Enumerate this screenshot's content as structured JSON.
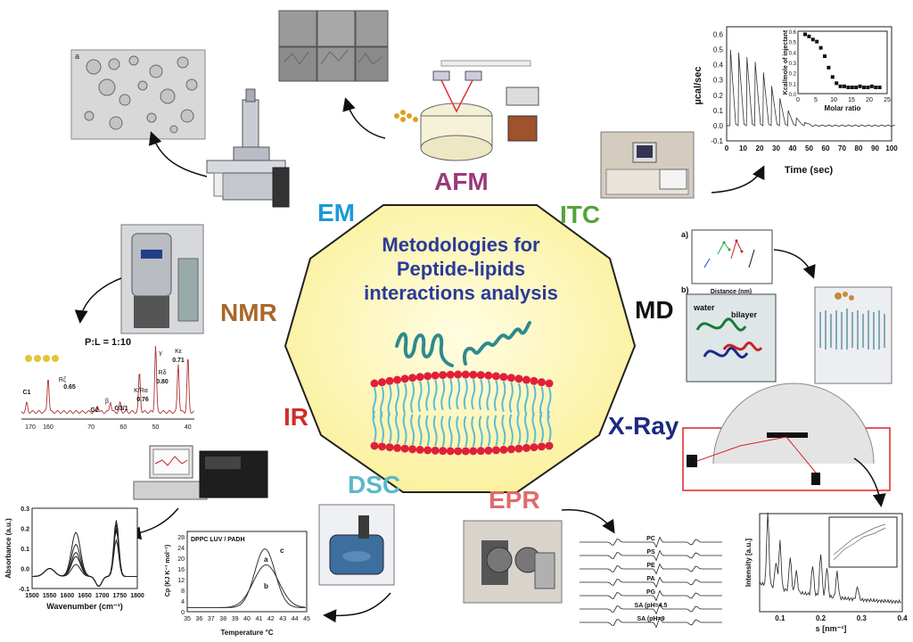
{
  "center": {
    "title_lines": [
      "Metodologies for",
      "Peptide-lipids",
      "interactions analysis"
    ]
  },
  "techniques": {
    "em": "EM",
    "afm": "AFM",
    "itc": "ITC",
    "md": "MD",
    "xray": "X-Ray",
    "epr": "EPR",
    "dsc": "DSC",
    "ir": "IR",
    "nmr": "NMR"
  },
  "colors": {
    "em": "#1b9ad6",
    "afm": "#9b3a78",
    "itc": "#56a33a",
    "md": "#111111",
    "xray": "#1c2a80",
    "epr": "#e06a6a",
    "dsc": "#5ab9c9",
    "ir": "#d22b2b",
    "nmr": "#a8682a",
    "octagon_fill": "#fdf6b5",
    "title": "#2a3a9a"
  },
  "itc_plot": {
    "ylabel": "µcal/sec",
    "xlabel": "Time (sec)",
    "xticks": [
      "0",
      "10",
      "20",
      "30",
      "40",
      "50",
      "60",
      "70",
      "80",
      "90",
      "100"
    ],
    "yticks": [
      "0.6",
      "0.5",
      "0.4",
      "0.3",
      "0.2",
      "0.1",
      "0.0",
      "-0.1"
    ],
    "inset_ylabel": "Kcal/mole of injectant",
    "inset_xlabel": "Molar ratio",
    "inset_xticks": [
      "0",
      "5",
      "10",
      "15",
      "20",
      "25"
    ],
    "inset_yticks": [
      "0.6",
      "0.5",
      "0.4",
      "0.3",
      "0.2",
      "0.1",
      "0.0"
    ]
  },
  "md_panel": {
    "label_a": "a)",
    "label_b": "b)",
    "xlabel": "Distance (nm)",
    "water": "water",
    "bilayer": "bilayer"
  },
  "nmr_spectrum": {
    "ratio": "P:L = 1:10",
    "peaks": [
      "C1",
      "Rζ",
      "0.65",
      "G2",
      "β",
      "G3/1",
      "K/Rα",
      "0.76",
      "γ",
      "Rδ",
      "0.80",
      "Kε",
      "0.71"
    ],
    "xticks": [
      "170",
      "160",
      "70",
      "60",
      "50",
      "40"
    ]
  },
  "ir_plot": {
    "ylabel": "Absorbance (a.u.)",
    "xlabel": "Wavenumber (cm⁻¹)",
    "xticks": [
      "1500",
      "1550",
      "1600",
      "1650",
      "1700",
      "1750",
      "1800"
    ],
    "yticks": [
      "0.3",
      "0.2",
      "0.1",
      "0.0",
      "-0.1"
    ]
  },
  "dsc_plot": {
    "legend": "DPPC LUV / PADH",
    "ylabel": "Cp (KJ K⁻¹ mol⁻¹)",
    "xlabel": "Temperature °C",
    "xticks": [
      "35",
      "36",
      "37",
      "38",
      "39",
      "40",
      "41",
      "42",
      "43",
      "44",
      "45"
    ],
    "yticks": [
      "28",
      "24",
      "20",
      "16",
      "12",
      "8",
      "4",
      "0"
    ],
    "curve_labels": [
      "a",
      "b",
      "c"
    ]
  },
  "epr_plot": {
    "labels": [
      "PC",
      "PS",
      "PE",
      "PA",
      "PG",
      "SA (pH=4.5",
      "SA (pH=9"
    ]
  },
  "xray_plot": {
    "ylabel": "Intensity [a.u.]",
    "xlabel": "s [nm⁻¹]",
    "xticks": [
      "0.1",
      "0.2",
      "0.3",
      "0.4"
    ]
  }
}
